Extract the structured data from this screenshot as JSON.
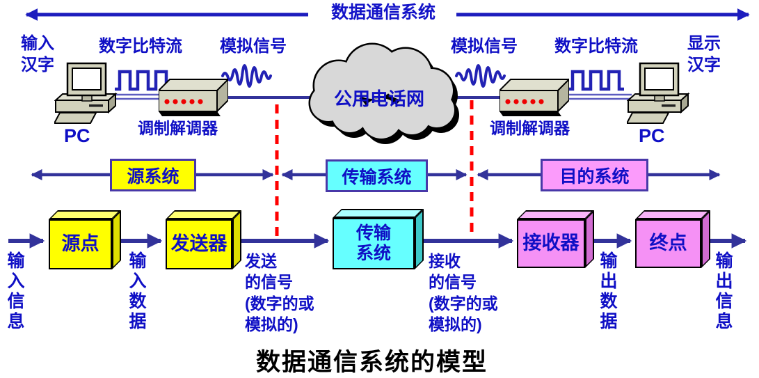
{
  "title": "数据通信系统的模型",
  "top_band": {
    "label": "数据通信系统"
  },
  "source_side": {
    "input_label": "输入\n汉字",
    "pc_label": "PC",
    "bitstream_label": "数字比特流",
    "analog_label": "模拟信号",
    "modem_label": "调制解调器"
  },
  "network": {
    "label": "公用电话网"
  },
  "dest_side": {
    "analog_label": "模拟信号",
    "bitstream_label": "数字比特流",
    "modem_label": "调制解调器",
    "pc_label": "PC",
    "output_label": "显示\n汉字"
  },
  "band": {
    "source_label": "源系统",
    "transmission_label": "传输系统",
    "destination_label": "目的系统"
  },
  "flow": {
    "boxes": {
      "source": "源点",
      "transmitter": "发送器",
      "transmission": "传输\n系统",
      "receiver": "接收器",
      "destination": "终点"
    },
    "labels": {
      "input_info": "输入信息",
      "input_data": "输入数据",
      "sent_signal": "发送\n的信号\n(数字的或\n模拟的)",
      "received_signal": "接收\n的信号\n(数字的或\n模拟的)",
      "output_data": "输出数据",
      "output_info": "输出信息"
    }
  },
  "colors": {
    "text_blue": "#0f0fc5",
    "line_blue": "#32329a",
    "dash_red": "#ff0000",
    "source_yellow": "#ffff00",
    "transmission_cyan": "#66ffff",
    "destination_pink": "#f591f5",
    "device_beige": "#d6d6c1",
    "cloud_gray": "#d8d8d8",
    "title_black": "#000000"
  }
}
